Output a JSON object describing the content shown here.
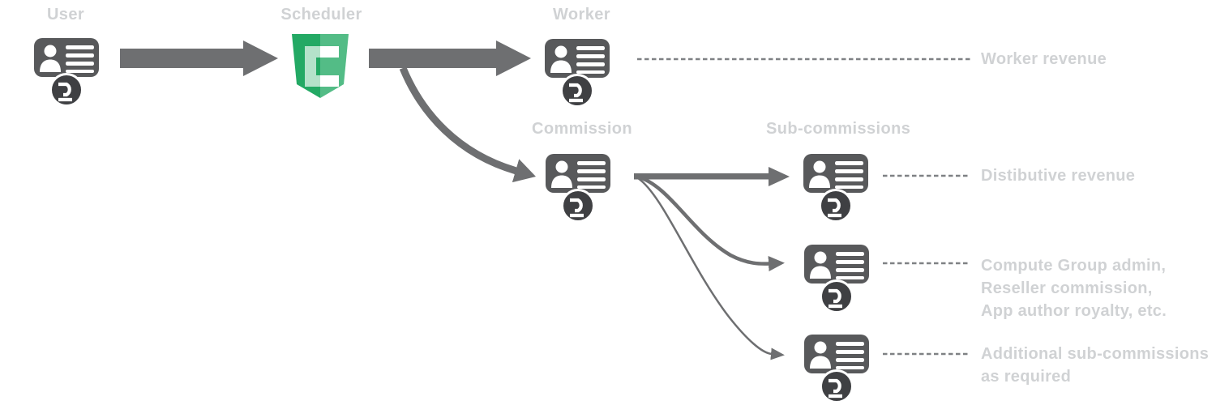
{
  "diagram": {
    "nodes": {
      "user": {
        "label": "User",
        "icon": "id-card-with-coin-badge"
      },
      "scheduler": {
        "label": "Scheduler",
        "icon": "green-shield",
        "letter": "C"
      },
      "worker": {
        "label": "Worker",
        "icon": "id-card-with-coin-badge"
      },
      "commission": {
        "label": "Commission",
        "icon": "id-card-with-coin-badge"
      },
      "sub_commissions": {
        "label": "Sub-commissions",
        "icon": "id-card-with-coin-badge"
      }
    },
    "outputs": {
      "worker_revenue": "Worker revenue",
      "distributive_revenue": "Distibutive revenue",
      "commission_note": [
        "Compute Group admin,",
        "Reseller commission,",
        "App author royalty, etc."
      ],
      "additional_note": [
        "Additional sub-commissions",
        "as required"
      ]
    },
    "colors": {
      "card_gray": "#58595b",
      "coin_badge_gray": "#3f4043",
      "arrow_gray": "#6e6f71",
      "dashed_line_gray": "#7f8184",
      "label_gray": "#d0d2d4",
      "shield_green": "#23a964"
    }
  }
}
